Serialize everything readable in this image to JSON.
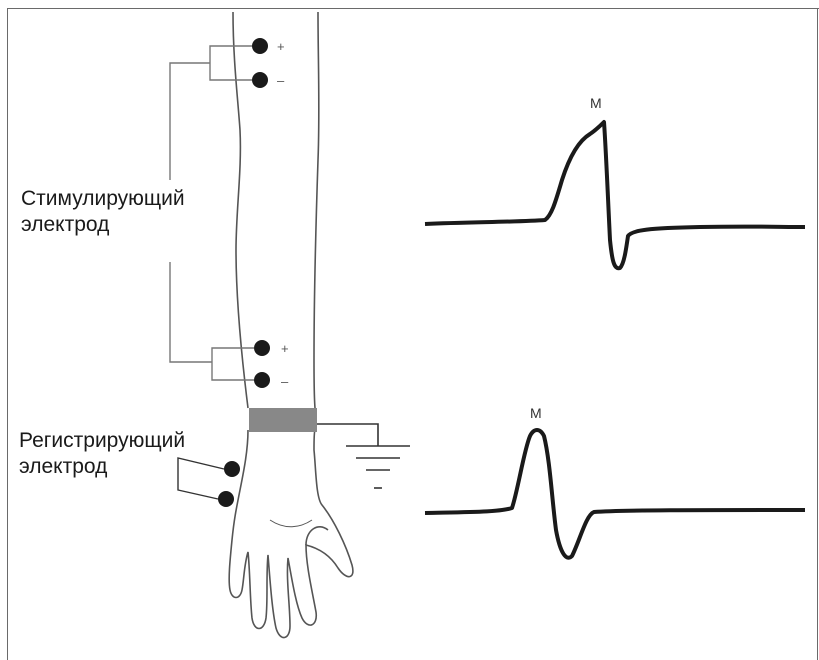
{
  "labels": {
    "stimulating_line1": "Стимулирующий",
    "stimulating_line2": "электрод",
    "recording_line1": "Регистрирующий",
    "recording_line2": "электрод"
  },
  "polarity": {
    "plus": "+",
    "minus": "–"
  },
  "waveforms": {
    "top_peak_label": "M",
    "bottom_peak_label": "M"
  },
  "colors": {
    "line": "#1a1a1a",
    "arm_outline": "#555555",
    "wrist_band": "#888888",
    "lead_wire": "#777777"
  }
}
